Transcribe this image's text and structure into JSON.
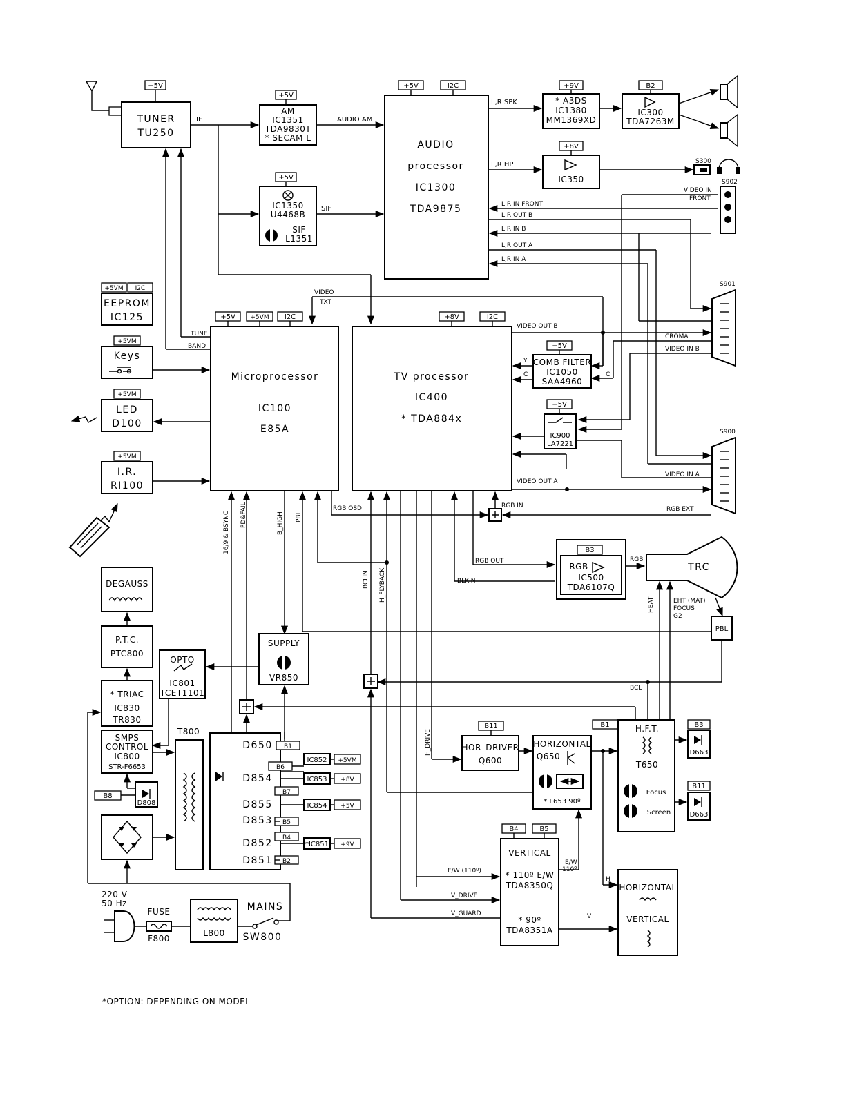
{
  "note": "*OPTION: DEPENDING ON MODEL",
  "supply_tags": {
    "p5v": "+5V",
    "p5vm": "+5VM",
    "p9v": "+9V",
    "p8v": "+8V",
    "i2c": "I2C",
    "b1": "B1",
    "b2": "B2",
    "b3": "B3",
    "b4": "B4",
    "b5": "B5",
    "b6": "B6",
    "b7": "B7",
    "b8": "B8",
    "b11": "B11"
  },
  "blocks": {
    "tuner": [
      "TUNER",
      "TU250"
    ],
    "am": [
      "AM",
      "IC1351",
      "TDA9830T",
      "* SECAM L"
    ],
    "ic1350": [
      "IC1350",
      "U4468B",
      "SIF",
      "L1351"
    ],
    "audio": [
      "AUDIO",
      "processor",
      "IC1300",
      "TDA9875"
    ],
    "a3ds": [
      "* A3DS",
      "IC1380",
      "MM1369XD"
    ],
    "ic300": [
      "IC300",
      "TDA7263M"
    ],
    "ic350": [
      "IC350"
    ],
    "eeprom": [
      "EEPROM",
      "IC125"
    ],
    "keys": [
      "Keys"
    ],
    "led": [
      "LED",
      "D100"
    ],
    "ir": [
      "I.R.",
      "RI100"
    ],
    "micro": [
      "Microprocessor",
      "IC100",
      "E85A"
    ],
    "tvproc": [
      "TV processor",
      "IC400",
      "* TDA884x"
    ],
    "comb": [
      "COMB FILTER",
      "IC1050",
      "SAA4960"
    ],
    "ic900": [
      "IC900",
      "LA7221"
    ],
    "rgbamp": [
      "RGB",
      "IC500",
      "TDA6107Q"
    ],
    "trc": [
      "TRC"
    ],
    "pbl": [
      "PBL"
    ],
    "degauss": [
      "DEGAUSS"
    ],
    "ptc": [
      "P.T.C.",
      "PTC800"
    ],
    "opto": [
      "OPTO",
      "IC801",
      "TCET1101"
    ],
    "supply": [
      "SUPPLY",
      "VR850"
    ],
    "triac": [
      "* TRIAC",
      "IC830",
      "TR830"
    ],
    "smps": [
      "SMPS",
      "CONTROL",
      "IC800",
      "STR-F6653"
    ],
    "t800": [
      "T800"
    ],
    "diodes": [
      "D650",
      "D854",
      "D855",
      "D853",
      "D852",
      "D851"
    ],
    "ic852": "IC852",
    "ic853": "IC853",
    "ic854": "IC854",
    "ic851": "*IC851",
    "d808": "D808",
    "hordrv": [
      "HOR_DRIVER",
      "Q600"
    ],
    "horiz": [
      "HORIZONTAL",
      "Q650",
      "* L653 90º"
    ],
    "hft": [
      "H.F.T.",
      "T650",
      "Focus",
      "Screen"
    ],
    "d663a": "D663",
    "d663b": "D663",
    "vertical": [
      "VERTICAL",
      "* 110º E/W",
      "TDA8350Q",
      "* 90º",
      "TDA8351A"
    ],
    "defl": [
      "HORIZONTAL",
      "VERTICAL"
    ],
    "mains_in": [
      "220 V",
      "50 Hz"
    ],
    "fuse": [
      "FUSE",
      "F800"
    ],
    "l800": "L800",
    "mains": [
      "MAINS",
      "SW800"
    ]
  },
  "connectors": {
    "s300": "S300",
    "s902": "S902",
    "s901": "S901",
    "s900": "S900"
  },
  "signals": {
    "if": "IF",
    "audio_am": "AUDIO AM",
    "sif": "SIF",
    "lr_spk": "L,R SPK",
    "lr_hp": "L,R HP",
    "video_in": "VIDEO IN",
    "front": "FRONT",
    "lr_in_front": "L,R IN FRONT",
    "lr_out_b": "L,R OUT B",
    "lr_in_b": "L,R IN B",
    "lr_out_a": "L,R OUT A",
    "lr_in_a": "L,R IN A",
    "video": "VIDEO",
    "txt": "TXT",
    "tune": "TUNE",
    "band": "BAND",
    "video_out_b": "VIDEO OUT B",
    "croma": "CROMA",
    "video_in_b": "VIDEO IN B",
    "y": "Y",
    "c": "C",
    "video_in_a": "VIDEO IN A",
    "video_out_a": "VIDEO OUT A",
    "rgb_in": "RGB IN",
    "rgb_osd": "RGB OSD",
    "rgb_ext": "RGB EXT",
    "rgb_out": "RGB OUT",
    "blkin": "BLKIN",
    "rgb": "RGB",
    "sync": "16/9 & BSYNC",
    "pdfail": "PD&FAIL",
    "b_high": "B_HIGH",
    "pbl": "PBL",
    "bclin": "BCLIN",
    "h_flyback": "H_FLYBACK",
    "h_drive": "H_DRIVE",
    "heat": "HEAT",
    "eht": "EHT (MAT)",
    "focus": "FOCUS",
    "g2": "G2",
    "bcl": "BCL",
    "ew110": "E/W (110º)",
    "v_drive": "V_DRIVE",
    "v_guard": "V_GUARD",
    "ew_vert": "E/W",
    "ew_110": "110º",
    "h": "H",
    "v": "V"
  }
}
